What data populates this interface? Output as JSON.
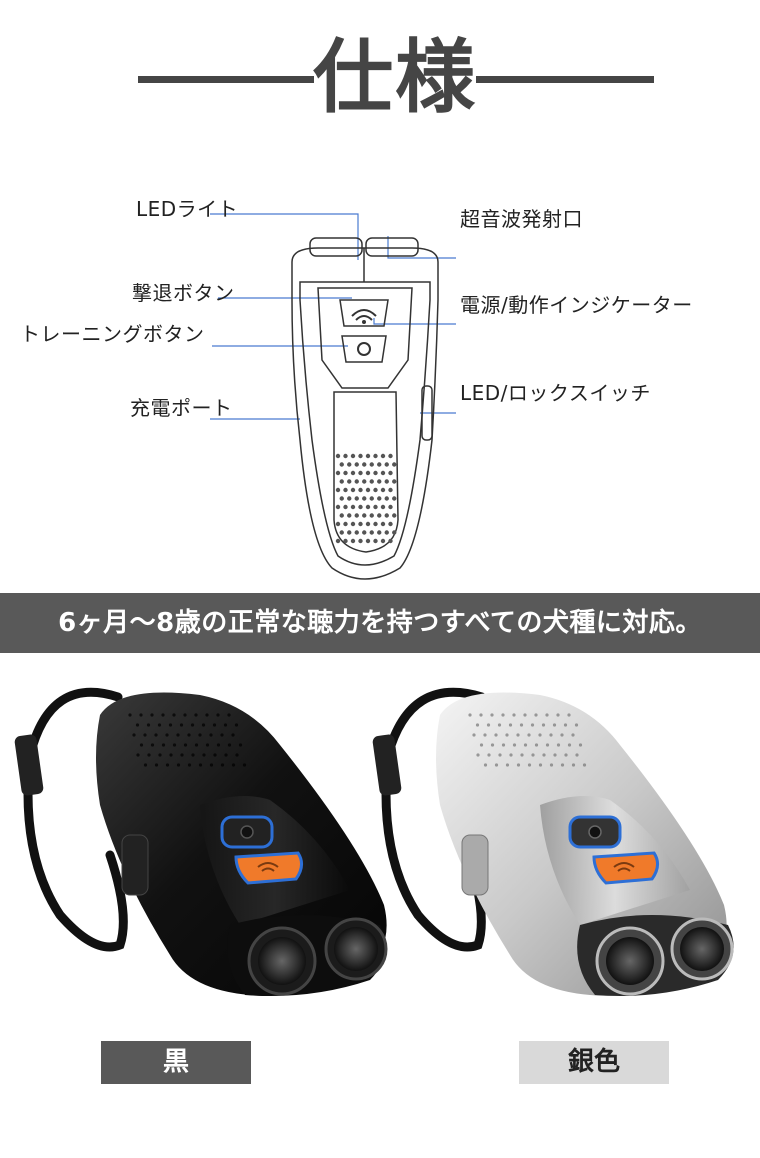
{
  "header": {
    "title": "仕様"
  },
  "diagram": {
    "labels": {
      "led_light": "LEDライト",
      "ultrasonic_port": "超音波発射口",
      "repel_button": "撃退ボタン",
      "power_indicator": "電源/動作インジケーター",
      "training_button": "トレーニングボタン",
      "led_lock_switch": "LED/ロックスイッチ",
      "charging_port": "充電ポート"
    }
  },
  "banner": {
    "text": "6ヶ月〜8歳の正常な聴力を持つすべての犬種に対応。"
  },
  "variants": [
    {
      "label": "黒"
    },
    {
      "label": "銀色"
    }
  ],
  "colors": {
    "banner_bg": "#595959",
    "black_label_bg": "#595959",
    "silver_label_bg": "#d9d9d9",
    "callout_line": "#4a7bd0",
    "accent_orange": "#f07a2a",
    "accent_blue": "#2d6fd6"
  }
}
